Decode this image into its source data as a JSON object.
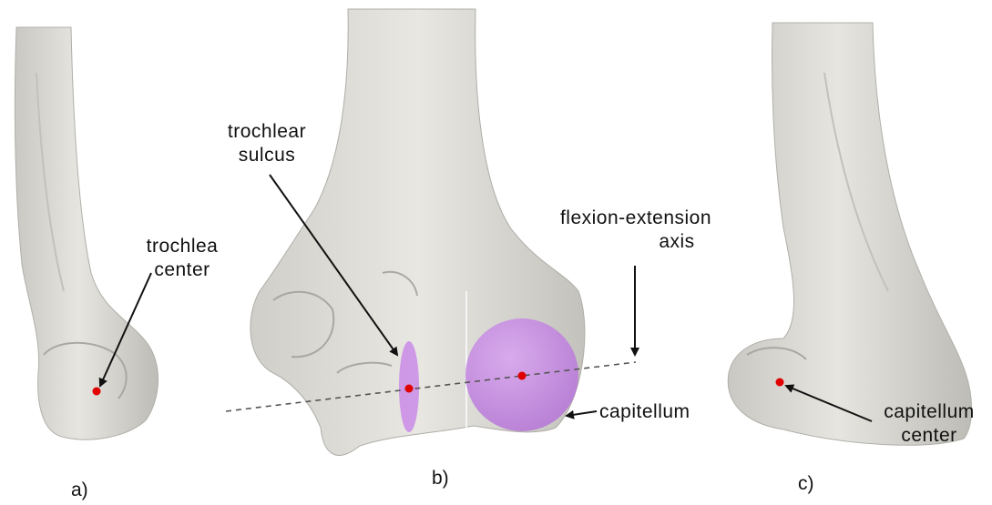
{
  "labels": {
    "trochlea_center": [
      "trochlea",
      "center"
    ],
    "trochlear_sulcus": [
      "trochlear",
      "sulcus"
    ],
    "flexion_extension_axis": [
      "flexion-extension",
      "axis"
    ],
    "capitellum": "capitellum",
    "capitellum_center": [
      "capitellum",
      "center"
    ]
  },
  "panels": {
    "a": "a)",
    "b": "b)",
    "c": "c)"
  },
  "colors": {
    "bone": "#dddcd7",
    "bone_shadow": "#b9b8b2",
    "capitellum_sphere": "#c98be6",
    "sulcus_ellipse": "#c98be6",
    "center_point": "#e00000",
    "axis_line": "#555555",
    "arrow": "#111111"
  }
}
